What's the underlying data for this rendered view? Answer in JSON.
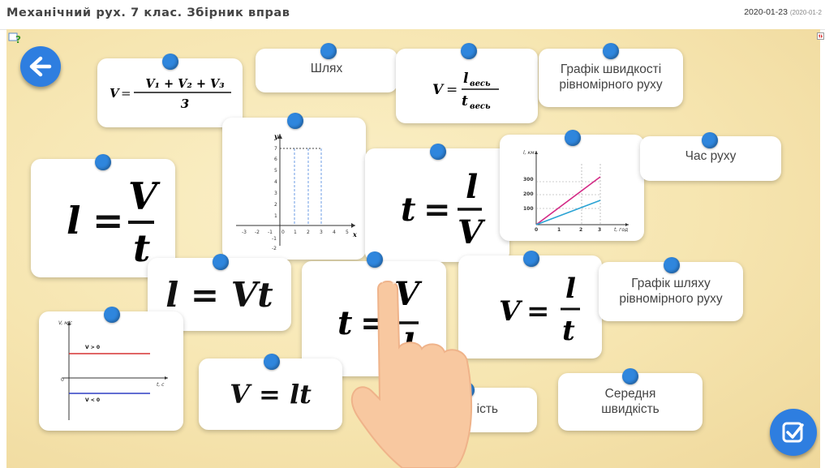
{
  "header": {
    "title": "Механічний рух. 7 клас. Збірник вправ",
    "date": "2020-01-23",
    "date_extra": "(2020-01-2"
  },
  "icons": {
    "back": "arrow-left-icon",
    "check": "checkbox-icon",
    "help": "help-icon",
    "fullscreen": "fullscreen-icon"
  },
  "cards": {
    "path": "Шлях",
    "speed_graph": "Графік швидкості рівномірного руху",
    "time": "Час руху",
    "path_graph": "Графік шляху рівномірного руху",
    "average_speed": "Середня швидкість",
    "speed_partial": "ість"
  },
  "formulas": {
    "avg_v_var": "V",
    "avg_v_num": "V₁ + V₂ + V₃",
    "avg_v_den": "3",
    "total_v_var": "V",
    "total_v_num": "l",
    "total_v_num_sub": "весь",
    "total_v_den": "t",
    "total_v_den_sub": "весь",
    "l_eq_v_over_t_lhs": "l",
    "l_eq_v_over_t_num": "V",
    "l_eq_v_over_t_den": "t",
    "t_eq_l_over_v_lhs": "t",
    "t_eq_l_over_v_num": "l",
    "t_eq_l_over_v_den": "V",
    "l_eq_vt": "l = Vt",
    "t_partial_lhs": "t",
    "t_partial_num": "V",
    "t_partial_den": "l",
    "v_eq_l_over_t_lhs": "V",
    "v_eq_l_over_t_num": "l",
    "v_eq_l_over_t_den": "t",
    "v_eq_lt": "V = lt"
  },
  "graph_axes": {
    "y": "y",
    "x": "x",
    "x_ticks": [
      "-3",
      "-2",
      "-1",
      "0",
      "1",
      "2",
      "3",
      "4",
      "5"
    ],
    "y_ticks": [
      "7",
      "6",
      "5",
      "4",
      "3",
      "2",
      "1",
      "-1",
      "-2"
    ]
  },
  "path_graph_mini": {
    "ylabel": "l, км",
    "xlabel": "t, год",
    "y_ticks": [
      "300",
      "200",
      "100"
    ],
    "x_ticks": [
      "0",
      "1",
      "2",
      "3"
    ]
  },
  "speed_graph_mini": {
    "ylabel": "V, м/с",
    "xlabel": "t, с",
    "zero": "0",
    "top_label": "V > 0",
    "bottom_label": "V < 0"
  }
}
